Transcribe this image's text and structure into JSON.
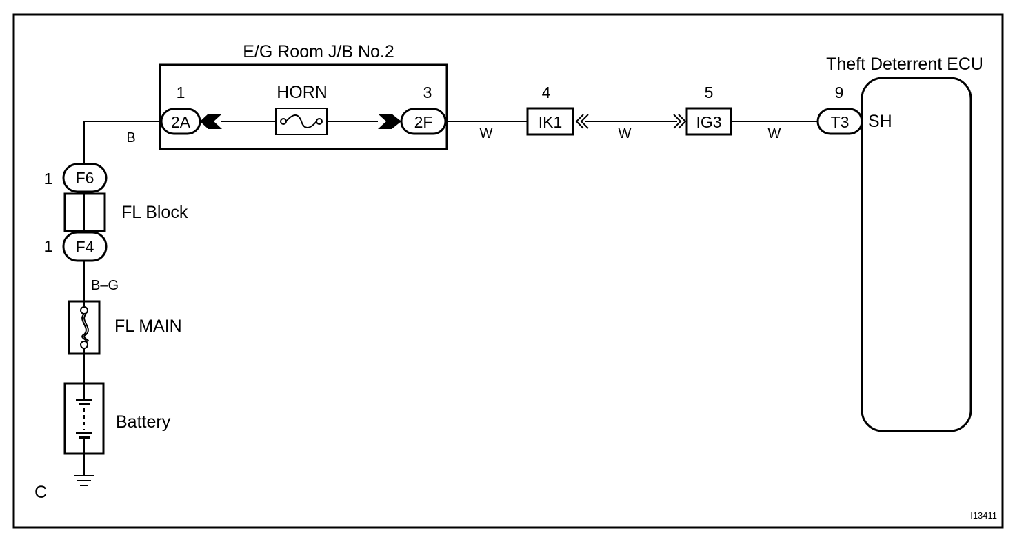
{
  "junction_block": {
    "title": "E/G Room J/B No.2",
    "fuse_label": "HORN",
    "left_pin": "1",
    "left_connector": "2A",
    "right_pin": "3",
    "right_connector": "2F"
  },
  "wires": {
    "b": "B",
    "w1": "W",
    "w2": "W",
    "w3": "W",
    "bg": "B–G"
  },
  "connectors": {
    "ik1": {
      "pin": "4",
      "label": "IK1"
    },
    "ig3": {
      "pin": "5",
      "label": "IG3"
    },
    "t3": {
      "pin": "9",
      "label": "T3"
    },
    "f6": {
      "pin": "1",
      "label": "F6"
    },
    "f4": {
      "pin": "1",
      "label": "F4"
    }
  },
  "ecu": {
    "title": "Theft Deterrent ECU",
    "terminal": "SH"
  },
  "components": {
    "fl_block": "FL Block",
    "fl_main": "FL MAIN",
    "battery": "Battery"
  },
  "ground_label": "C",
  "figure_code": "I13411"
}
